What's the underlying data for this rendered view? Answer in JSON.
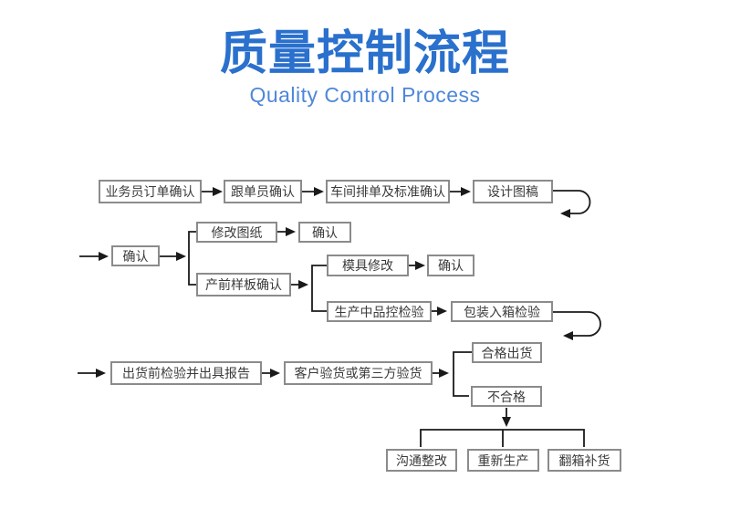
{
  "header": {
    "title": "质量控制流程",
    "subtitle": "Quality Control Process"
  },
  "colors": {
    "title_blue": "#2a70cd",
    "subtitle_blue": "#4e87da",
    "box_border_gray": "#8b8b8b",
    "line_black": "#1a1a1a",
    "box_text": "#3b3b3b",
    "background": "#ffffff"
  },
  "nodes": {
    "order_confirm": "业务员订单确认",
    "merchandiser_confirm": "跟单员确认",
    "workshop_schedule_confirm": "车间排单及标准确认",
    "design_draft": "设计图稿",
    "confirm_1": "确认",
    "revise_drawing": "修改图纸",
    "confirm_2": "确认",
    "pre_production_sample_confirm": "产前样板确认",
    "mold_modify": "模具修改",
    "confirm_3": "确认",
    "in_production_qc_inspection": "生产中品控检验",
    "packing_into_box_inspection": "包装入箱检验",
    "pre_shipment_inspection_report": "出货前检验并出具报告",
    "customer_or_third_party_inspection": "客户验货或第三方验货",
    "qualified_shipment": "合格出货",
    "unqualified": "不合格",
    "communicate_rectify": "沟通整改",
    "re_produce": "重新生产",
    "repack_replenish": "翻箱补货"
  }
}
